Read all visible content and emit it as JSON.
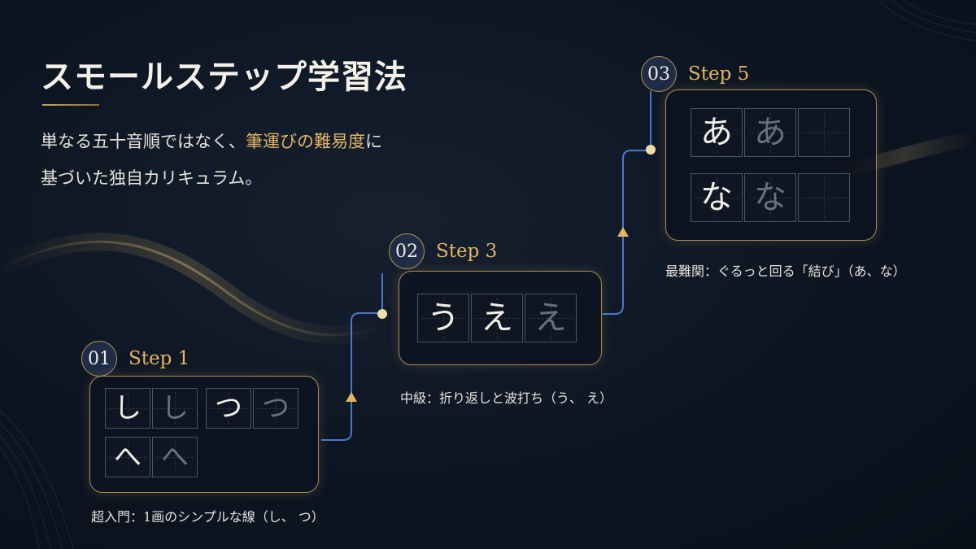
{
  "title": "スモールステップ学習法",
  "description": {
    "line1_pre": "単なる五十音順ではなく、",
    "line1_accent": "筆運びの難易度",
    "line1_post": "に",
    "line2": "基づいた独自カリキュラム。"
  },
  "colors": {
    "accent_gold": "#e3b563",
    "connector_blue": "#4a78c8",
    "box_border": "#a88a50",
    "badge_fill": "#1f2c45"
  },
  "steps": [
    {
      "number": "01",
      "label": "Step 1",
      "caption": "超入門：1画のシンプルな線（し、 つ）",
      "cells": [
        {
          "char": "し",
          "style": "solid"
        },
        {
          "char": "し",
          "style": "trace"
        },
        {
          "char": "つ",
          "style": "solid"
        },
        {
          "char": "つ",
          "style": "trace"
        },
        {
          "char": "へ",
          "style": "solid"
        },
        {
          "char": "へ",
          "style": "trace"
        }
      ]
    },
    {
      "number": "02",
      "label": "Step 3",
      "caption": "中級：折り返しと波打ち（う、 え）",
      "cells": [
        {
          "char": "う",
          "style": "solid"
        },
        {
          "char": "え",
          "style": "solid"
        },
        {
          "char": "え",
          "style": "trace"
        }
      ]
    },
    {
      "number": "03",
      "label": "Step 5",
      "caption": "最難関：ぐるっと回る「結び」（あ、な）",
      "cells": [
        {
          "char": "あ",
          "style": "solid"
        },
        {
          "char": "あ",
          "style": "trace"
        },
        {
          "char": "",
          "style": "empty"
        },
        {
          "char": "な",
          "style": "solid"
        },
        {
          "char": "な",
          "style": "trace"
        },
        {
          "char": "",
          "style": "empty"
        }
      ]
    }
  ]
}
